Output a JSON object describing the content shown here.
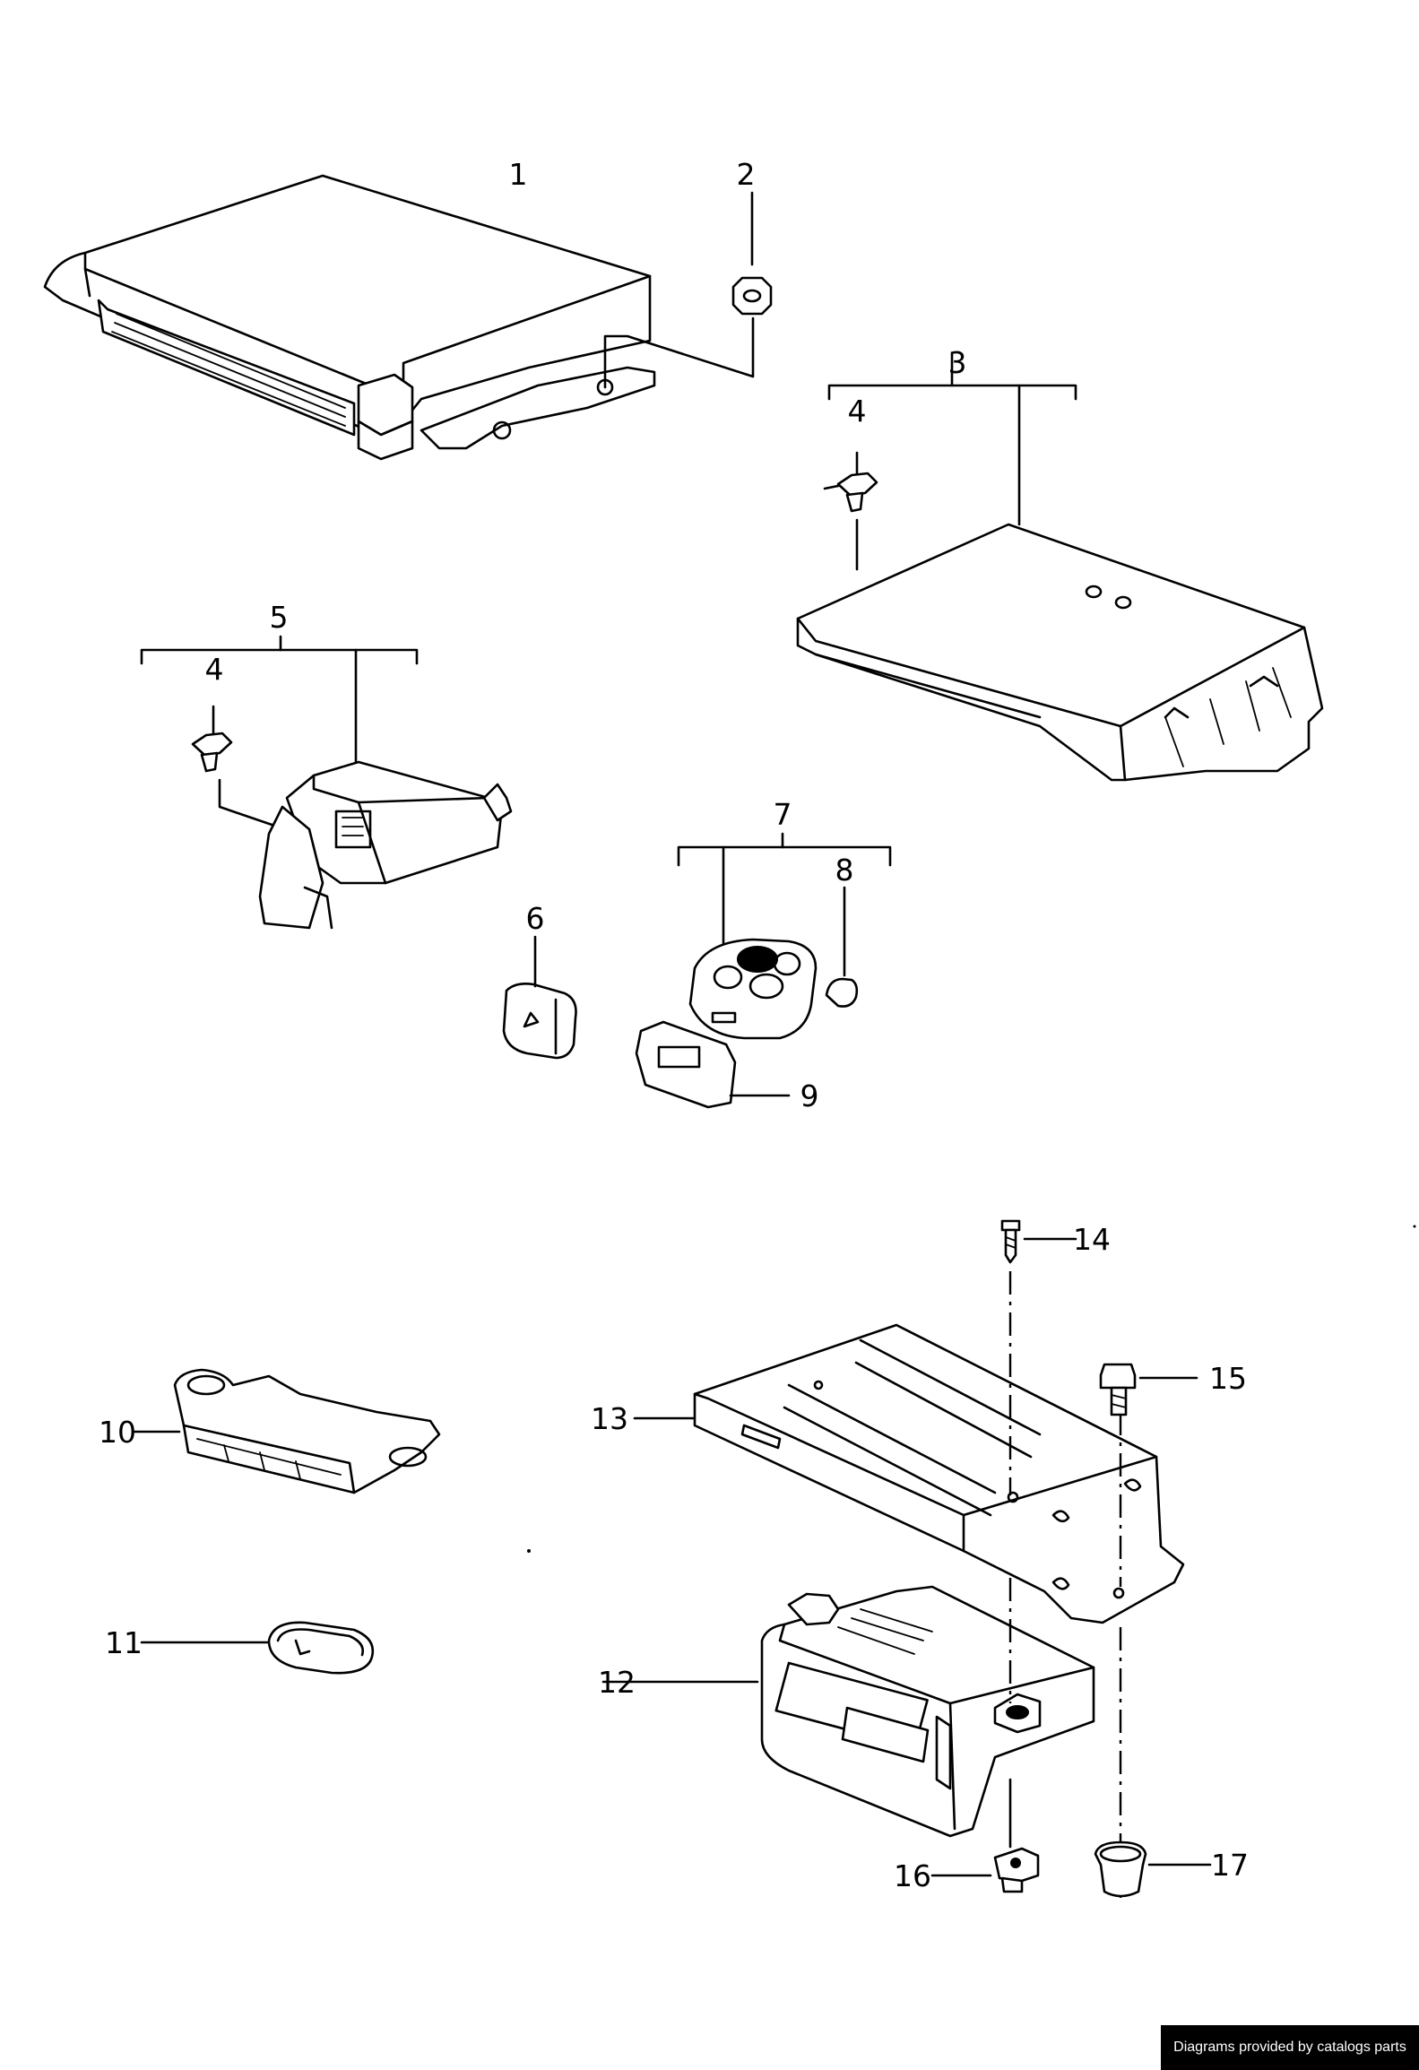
{
  "callouts": {
    "c1": "1",
    "c2": "2",
    "c3": "3",
    "c4a": "4",
    "c4b": "4",
    "c5": "5",
    "c6": "6",
    "c7": "7",
    "c8": "8",
    "c9": "9",
    "c10": "10",
    "c11": "11",
    "c12": "12",
    "c13": "13",
    "c14": "14",
    "c15": "15",
    "c16": "16",
    "c17": "17"
  },
  "credit": "Diagrams provided by catalogs parts"
}
